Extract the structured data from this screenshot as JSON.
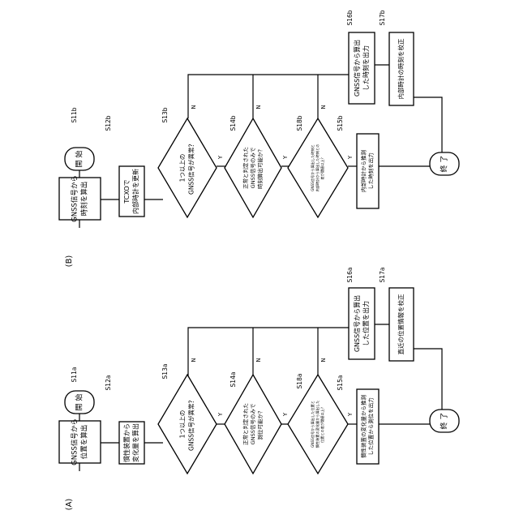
{
  "figure_labels": {
    "a": "(A)",
    "b": "(B)"
  },
  "common": {
    "start": "開 始",
    "end": "終 了",
    "yes": "Y",
    "no": "N"
  },
  "flow_a": {
    "step_ids": {
      "s11": "S11a",
      "s12": "S12a",
      "s13": "S13a",
      "s14": "S14a",
      "s18": "S18a",
      "s15": "S15a",
      "s16": "S16a",
      "s17": "S17a"
    },
    "s11": [
      "GNSS信号から",
      "位置を算出"
    ],
    "s12": [
      "慣性装置から",
      "変化量を算出"
    ],
    "s13": [
      "1つ以上の",
      "GNSS信号が異常？"
    ],
    "s14": [
      "正常と判定された",
      "GNSS信号のみで",
      "測位可能か？"
    ],
    "s18": [
      "GNSS信号から算出した位置と",
      "慣性装置の変化量から算出した",
      "位置との差が閾値以上？"
    ],
    "s15": [
      "慣性装置の変化量から推測",
      "した位置から測位を出力"
    ],
    "s16": [
      "GNSS信号から算出",
      "した位置を出力"
    ],
    "s17": [
      "直近の位置情報を校正"
    ]
  },
  "flow_b": {
    "step_ids": {
      "s11": "S11b",
      "s12": "S12b",
      "s13": "S13b",
      "s14": "S14b",
      "s18": "S18b",
      "s15": "S15b",
      "s16": "S16b",
      "s17": "S17b"
    },
    "s11": [
      "GNSS信号から",
      "時刻を算出"
    ],
    "s12": [
      "TCXOで",
      "内部時計を更新"
    ],
    "s13": [
      "1つ以上の",
      "GNSS信号が異常？"
    ],
    "s14": [
      "正常と判定された",
      "GNSS信号のみで",
      "時刻算出可能か？"
    ],
    "s18": [
      "GNSS信号から算出した時刻と",
      "内部時計から算出した時刻との",
      "差が閾値以上？"
    ],
    "s15": [
      "内部時計から推測",
      "した時刻を出力"
    ],
    "s16": [
      "GNSS信号から算出",
      "した時刻を出力"
    ],
    "s17": [
      "内部時計の時刻を校正"
    ]
  }
}
